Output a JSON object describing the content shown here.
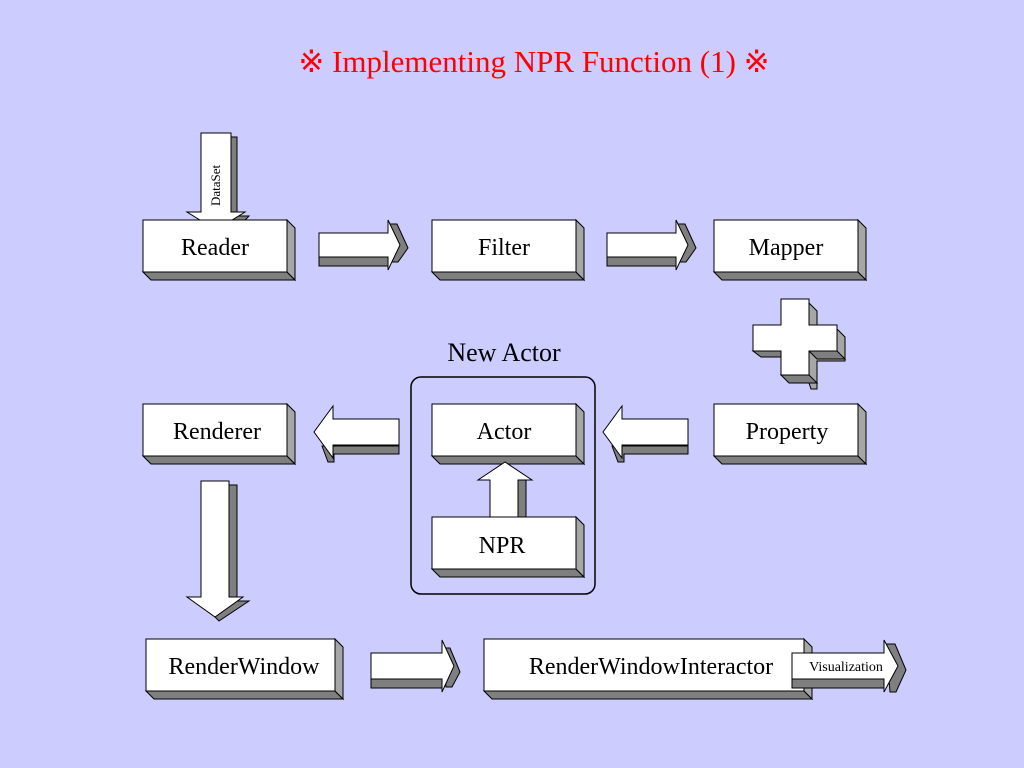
{
  "title": "※ Implementing NPR Function (1) ※",
  "group_label": "New Actor",
  "boxes": {
    "reader": "Reader",
    "filter": "Filter",
    "mapper": "Mapper",
    "property": "Property",
    "actor": "Actor",
    "renderer": "Renderer",
    "npr": "NPR",
    "render_window": "RenderWindow",
    "render_window_interactor": "RenderWindowInteractor"
  },
  "arrow_labels": {
    "dataset": "DataSet",
    "visualization": "Visualization"
  },
  "colors": {
    "background": "#ccccff",
    "title": "#ff0000",
    "box_face": "#ffffff",
    "box_side": "#a6a6a6",
    "box_bottom": "#7f7f7f",
    "stroke": "#000000"
  }
}
